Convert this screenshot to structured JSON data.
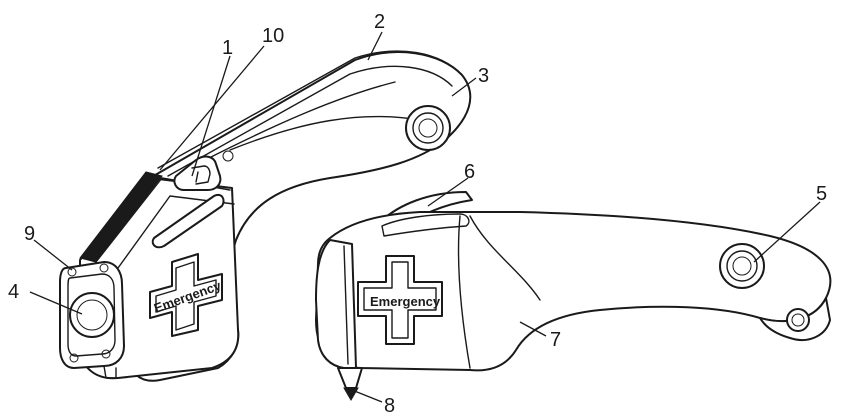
{
  "figure": {
    "emblem_text_left": "Emergency",
    "emblem_text_right": "Emergency"
  },
  "callouts": [
    {
      "id": "c1",
      "label": "1"
    },
    {
      "id": "c2",
      "label": "2"
    },
    {
      "id": "c3",
      "label": "3"
    },
    {
      "id": "c4",
      "label": "4"
    },
    {
      "id": "c5",
      "label": "5"
    },
    {
      "id": "c6",
      "label": "6"
    },
    {
      "id": "c7",
      "label": "7"
    },
    {
      "id": "c8",
      "label": "8"
    },
    {
      "id": "c9",
      "label": "9"
    },
    {
      "id": "c10",
      "label": "10"
    }
  ]
}
